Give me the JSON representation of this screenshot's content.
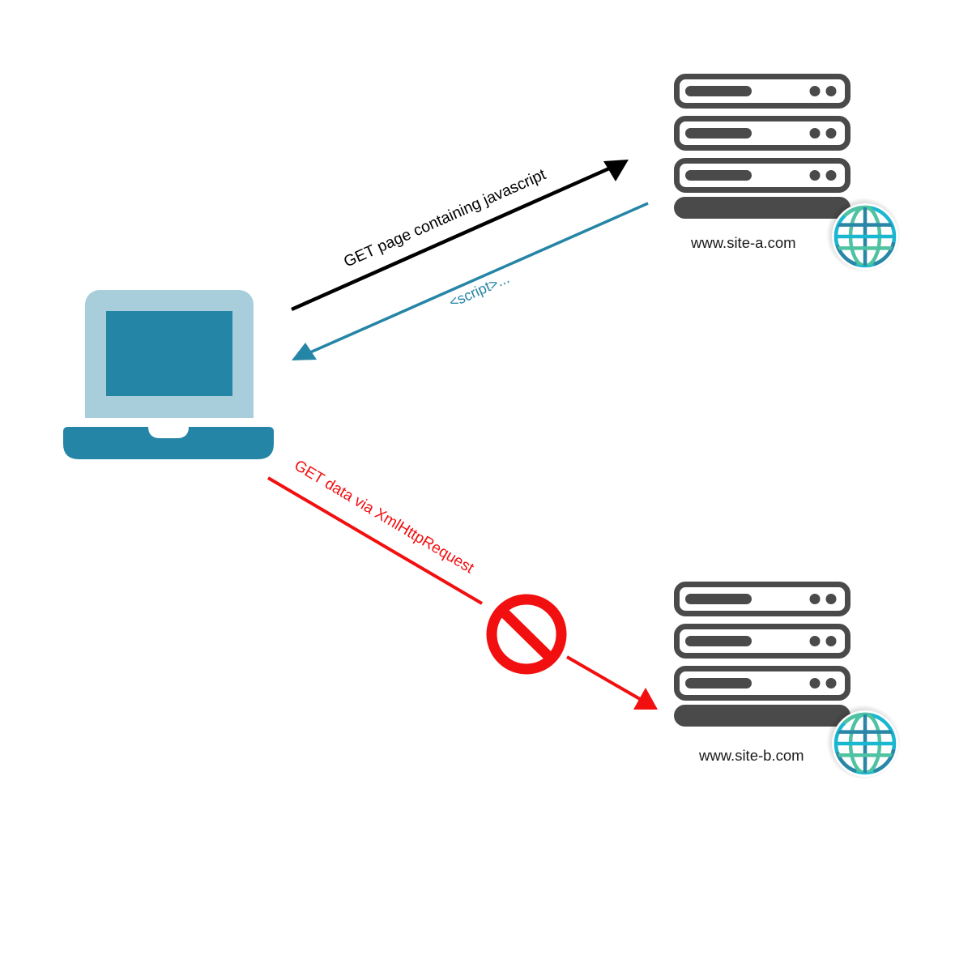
{
  "colors": {
    "background": "#ffffff",
    "server": "#4a4a4a",
    "laptop_frame": "#a8cedc",
    "laptop_screen": "#2585a6",
    "laptop_base": "#2585a6",
    "request_arrow": "#000000",
    "response_arrow": "#2585a6",
    "blocked_arrow": "#f20f0f",
    "globe_cyan": "#1ab7d0",
    "globe_green": "#4fc3a1",
    "globe_dark": "#2a86a6"
  },
  "nodes": {
    "client": {
      "label": "",
      "icon": "laptop-icon"
    },
    "site_a": {
      "label": "www.site-a.com",
      "icon": "server-icon",
      "badge": "globe-icon"
    },
    "site_b": {
      "label": "www.site-b.com",
      "icon": "server-icon",
      "badge": "globe-icon"
    }
  },
  "edges": [
    {
      "id": "get-page",
      "from": "client",
      "to": "site_a",
      "label": "GET page containing javascript",
      "style": "request"
    },
    {
      "id": "script-response",
      "from": "site_a",
      "to": "client",
      "label": "<script>...",
      "style": "response"
    },
    {
      "id": "xhr-blocked",
      "from": "client",
      "to": "site_b",
      "label": "GET data via XmlHttpRequest",
      "style": "blocked",
      "blocked_icon": "prohibited-icon"
    }
  ]
}
